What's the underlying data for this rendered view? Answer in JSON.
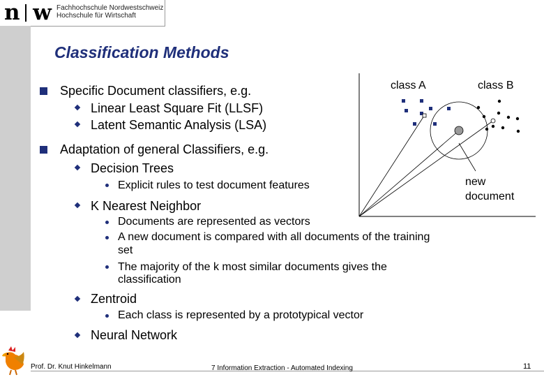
{
  "header": {
    "logo_mark": "n|w",
    "logo_line1": "Fachhochschule Nordwestschweiz",
    "logo_line2": "Hochschule für Wirtschaft"
  },
  "title": "Classification Methods",
  "outline": {
    "item1": "Specific Document classifiers, e.g.",
    "item1_sub1": "Linear Least Square Fit (LLSF)",
    "item1_sub2": "Latent Semantic Analysis (LSA)",
    "item2": "Adaptation of general Classifiers, e.g.",
    "dt": "Decision Trees",
    "dt_sub1": "Explicit rules to test document features",
    "knn": "K Nearest Neighbor",
    "knn_sub1": "Documents are represented as vectors",
    "knn_sub2_line1": "A new document is compared with all documents of the training",
    "knn_sub2_line2": "set",
    "knn_sub3_line1": "The majority of the k most similar documents gives the",
    "knn_sub3_line2": "classification",
    "zentroid": "Zentroid",
    "zentroid_sub1": "Each class is represented by a prototypical vector",
    "nn": "Neural Network"
  },
  "diagram": {
    "class_a": "class A",
    "class_b": "class B",
    "new_doc_line1": "new",
    "new_doc_line2": "document"
  },
  "footer": {
    "author": "Prof. Dr. Knut Hinkelmann",
    "chapter": "7 Information Extraction - Automated Indexing",
    "page": "11"
  },
  "colors": {
    "accent": "#1f2f7a",
    "sidebar": "#cfcfcf"
  }
}
